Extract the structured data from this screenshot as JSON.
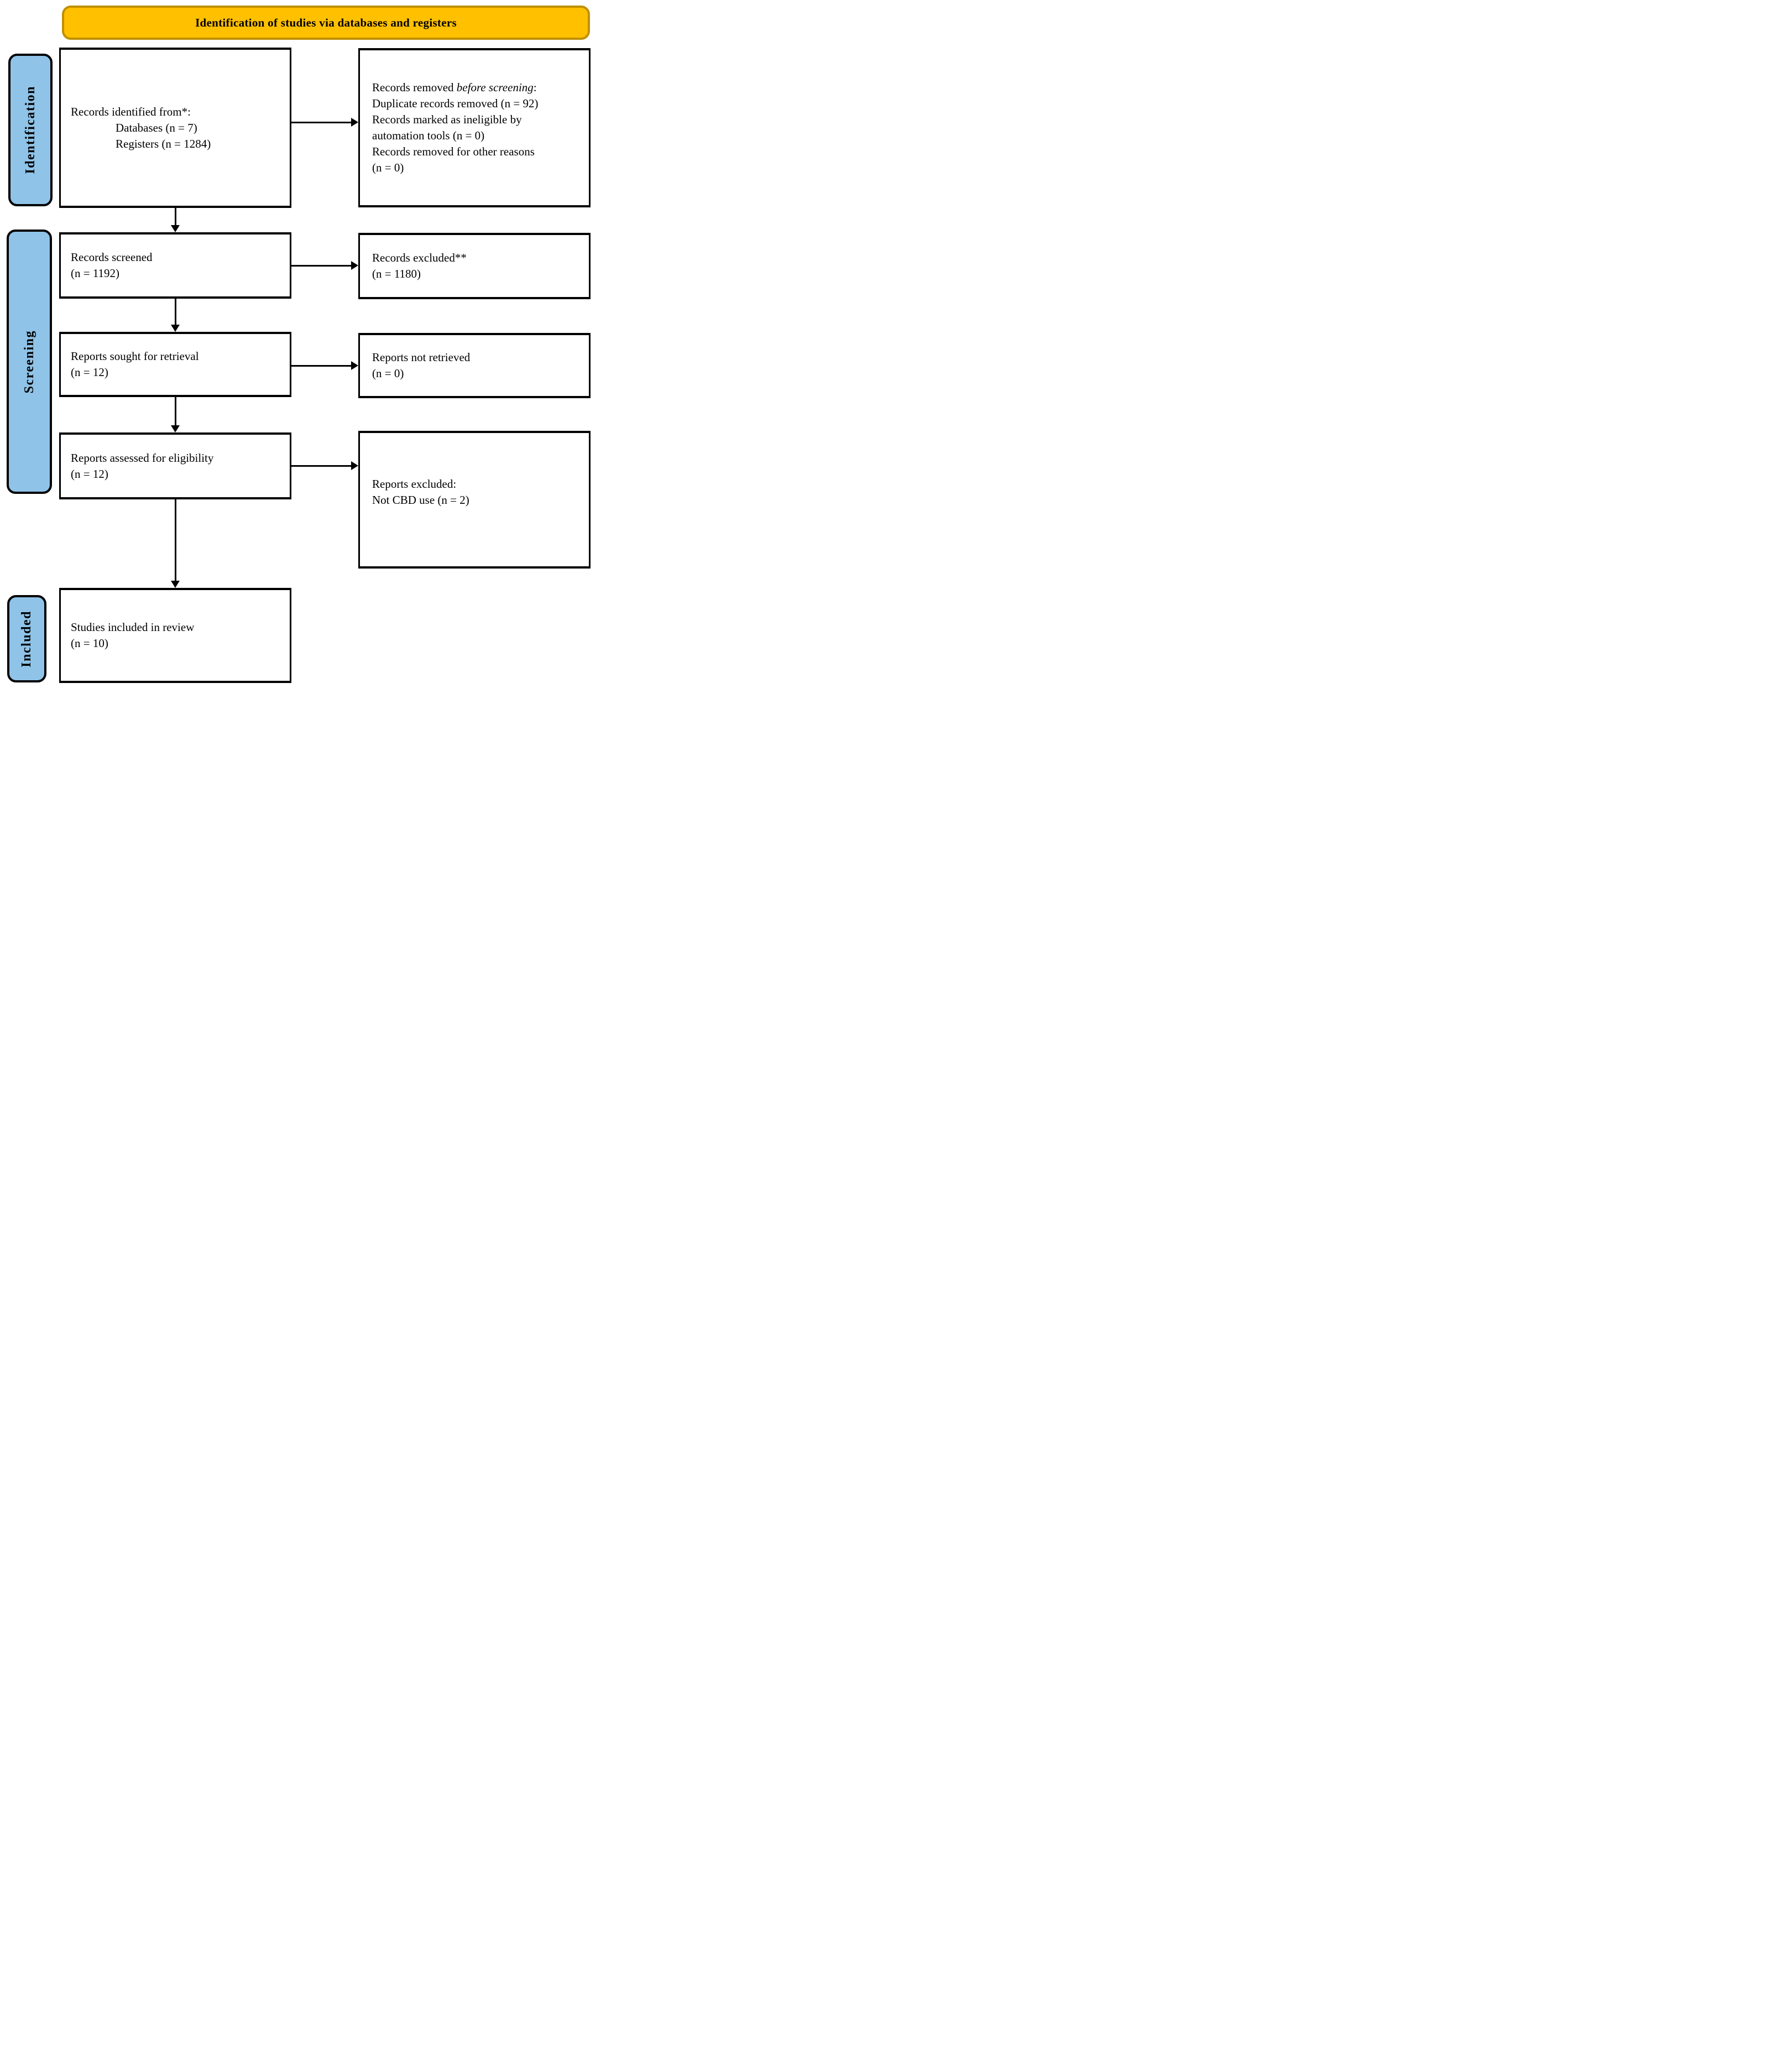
{
  "banner": {
    "title": "Identification of studies via databases and registers"
  },
  "colors": {
    "banner_fill": "#FFC000",
    "banner_border": "#BF9000",
    "stage_fill": "#8FC3E8",
    "box_border": "#000000"
  },
  "stages": [
    {
      "label": "Identification"
    },
    {
      "label": "Screening"
    },
    {
      "label": "Included"
    }
  ],
  "boxes": {
    "identified": {
      "line1": "Records identified from*:",
      "line2": "Databases (n = 7)",
      "line3": "Registers (n = 1284)"
    },
    "removed": {
      "line1_prefix": "Records removed ",
      "line1_italic": "before screening",
      "line1_suffix": ":",
      "line2": "Duplicate records removed (n = 92)",
      "line3": "Records marked as ineligible by",
      "line4": "automation tools (n = 0)",
      "line5": "Records removed for other reasons",
      "line6": "(n = 0)"
    },
    "screened": {
      "line1": "Records screened",
      "line2": "(n = 1192)"
    },
    "excluded": {
      "line1": "Records excluded**",
      "line2": "(n = 1180)"
    },
    "sought": {
      "line1": "Reports sought for retrieval",
      "line2": "(n = 12)"
    },
    "not_retrieved": {
      "line1": "Reports not retrieved",
      "line2": "(n = 0)"
    },
    "assessed": {
      "line1": "Reports assessed for eligibility",
      "line2": "(n = 12)"
    },
    "reports_excluded": {
      "line1": "Reports excluded:",
      "line2": "Not CBD use (n = 2)"
    },
    "included_studies": {
      "line1": "Studies included in review",
      "line2": "(n = 10)"
    }
  }
}
